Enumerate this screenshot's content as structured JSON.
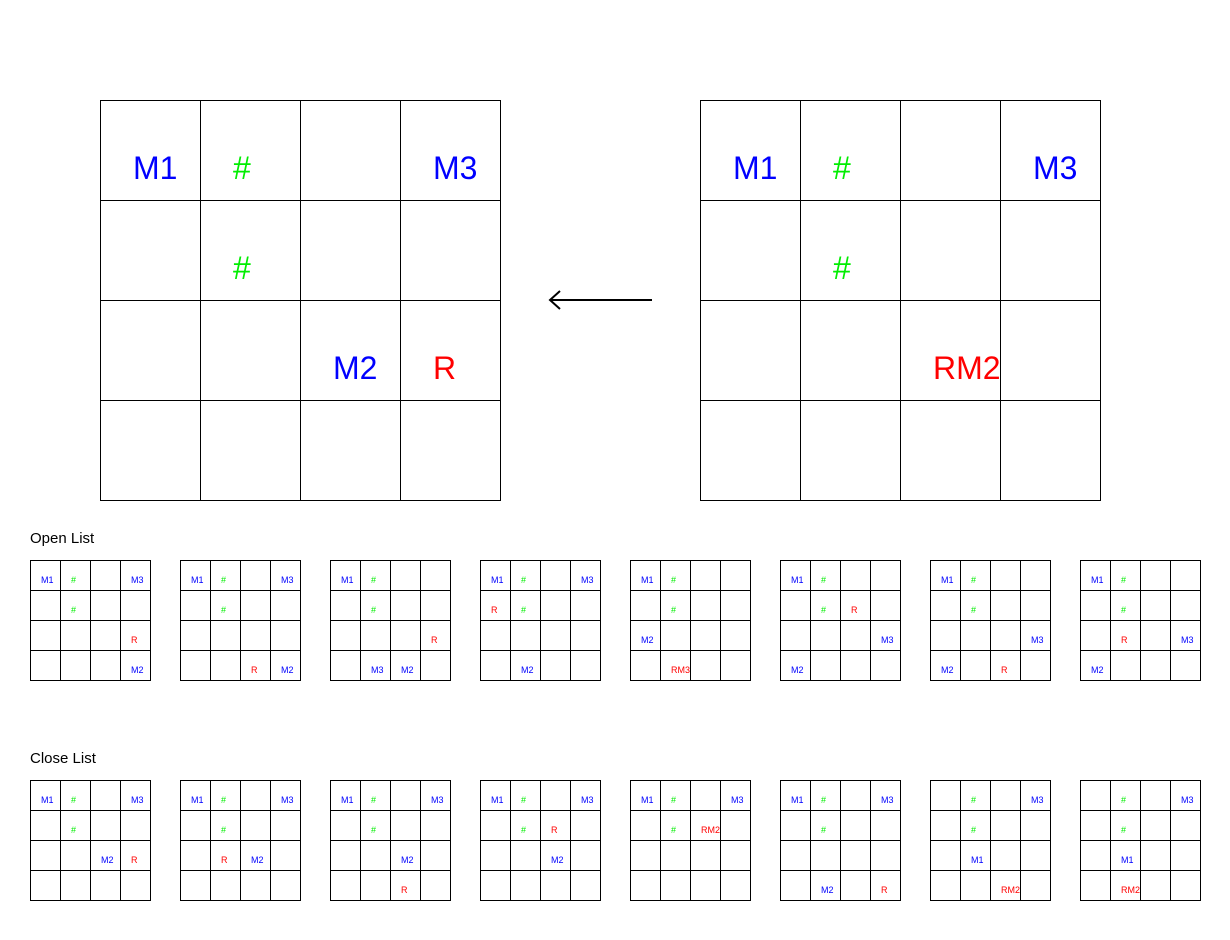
{
  "main_grids": [
    {
      "id": "main-grid-left",
      "cells": [
        [
          "M1",
          "#",
          "",
          "M3"
        ],
        [
          "",
          "#",
          "",
          ""
        ],
        [
          "",
          "",
          "M2",
          "R"
        ],
        [
          "",
          "",
          "",
          ""
        ]
      ]
    },
    {
      "id": "main-grid-right",
      "cells": [
        [
          "M1",
          "#",
          "",
          "M3"
        ],
        [
          "",
          "#",
          "",
          ""
        ],
        [
          "",
          "",
          "RM2",
          ""
        ],
        [
          "",
          "",
          "",
          ""
        ]
      ]
    }
  ],
  "open_list": {
    "label": "Open List",
    "states": [
      [
        [
          "M1",
          "#",
          "",
          "M3"
        ],
        [
          "",
          "#",
          "",
          ""
        ],
        [
          "",
          "",
          "",
          "R"
        ],
        [
          "",
          "",
          "",
          "M2"
        ]
      ],
      [
        [
          "M1",
          "#",
          "",
          "M3"
        ],
        [
          "",
          "#",
          "",
          ""
        ],
        [
          "",
          "",
          "",
          ""
        ],
        [
          "",
          "",
          "R",
          "M2"
        ]
      ],
      [
        [
          "M1",
          "#",
          "",
          ""
        ],
        [
          "",
          "#",
          "",
          ""
        ],
        [
          "",
          "",
          "",
          "R"
        ],
        [
          "",
          "M3",
          "M2",
          ""
        ]
      ],
      [
        [
          "M1",
          "#",
          "",
          "M3"
        ],
        [
          "R",
          "#",
          "",
          ""
        ],
        [
          "",
          "",
          "",
          ""
        ],
        [
          "",
          "M2",
          "",
          ""
        ]
      ],
      [
        [
          "M1",
          "#",
          "",
          ""
        ],
        [
          "",
          "#",
          "",
          ""
        ],
        [
          "M2",
          "",
          "",
          ""
        ],
        [
          "",
          "RM3",
          "",
          ""
        ]
      ],
      [
        [
          "M1",
          "#",
          "",
          ""
        ],
        [
          "",
          "#",
          "R",
          ""
        ],
        [
          "",
          "",
          "",
          "M3"
        ],
        [
          "M2",
          "",
          "",
          ""
        ]
      ],
      [
        [
          "M1",
          "#",
          "",
          ""
        ],
        [
          "",
          "#",
          "",
          ""
        ],
        [
          "",
          "",
          "",
          "M3"
        ],
        [
          "M2",
          "",
          "R",
          ""
        ]
      ],
      [
        [
          "M1",
          "#",
          "",
          ""
        ],
        [
          "",
          "#",
          "",
          ""
        ],
        [
          "",
          "R",
          "",
          "M3"
        ],
        [
          "M2",
          "",
          "",
          ""
        ]
      ]
    ]
  },
  "close_list": {
    "label": "Close List",
    "states": [
      [
        [
          "M1",
          "#",
          "",
          "M3"
        ],
        [
          "",
          "#",
          "",
          ""
        ],
        [
          "",
          "",
          "M2",
          "R"
        ],
        [
          "",
          "",
          "",
          ""
        ]
      ],
      [
        [
          "M1",
          "#",
          "",
          "M3"
        ],
        [
          "",
          "#",
          "",
          ""
        ],
        [
          "",
          "R",
          "M2",
          ""
        ],
        [
          "",
          "",
          "",
          ""
        ]
      ],
      [
        [
          "M1",
          "#",
          "",
          "M3"
        ],
        [
          "",
          "#",
          "",
          ""
        ],
        [
          "",
          "",
          "M2",
          ""
        ],
        [
          "",
          "",
          "R",
          ""
        ]
      ],
      [
        [
          "M1",
          "#",
          "",
          "M3"
        ],
        [
          "",
          "#",
          "R",
          ""
        ],
        [
          "",
          "",
          "M2",
          ""
        ],
        [
          "",
          "",
          "",
          ""
        ]
      ],
      [
        [
          "M1",
          "#",
          "",
          "M3"
        ],
        [
          "",
          "#",
          "RM2",
          ""
        ],
        [
          "",
          "",
          "",
          ""
        ],
        [
          "",
          "",
          "",
          ""
        ]
      ],
      [
        [
          "M1",
          "#",
          "",
          "M3"
        ],
        [
          "",
          "#",
          "",
          ""
        ],
        [
          "",
          "",
          "",
          ""
        ],
        [
          "",
          "M2",
          "",
          "R"
        ]
      ],
      [
        [
          "",
          "#",
          "",
          "M3"
        ],
        [
          "",
          "#",
          "",
          ""
        ],
        [
          "",
          "M1",
          "",
          ""
        ],
        [
          "",
          "",
          "RM2",
          ""
        ]
      ],
      [
        [
          "",
          "#",
          "",
          "M3"
        ],
        [
          "",
          "#",
          "",
          ""
        ],
        [
          "",
          "M1",
          "",
          ""
        ],
        [
          "",
          "RM2",
          "",
          ""
        ]
      ]
    ]
  },
  "colors": {
    "machine": "#0000ff",
    "obstacle": "#00ee00",
    "robot": "#ff0000",
    "line": "#000000"
  },
  "arrow": {
    "direction": "left",
    "icon": "left-arrow-icon"
  }
}
